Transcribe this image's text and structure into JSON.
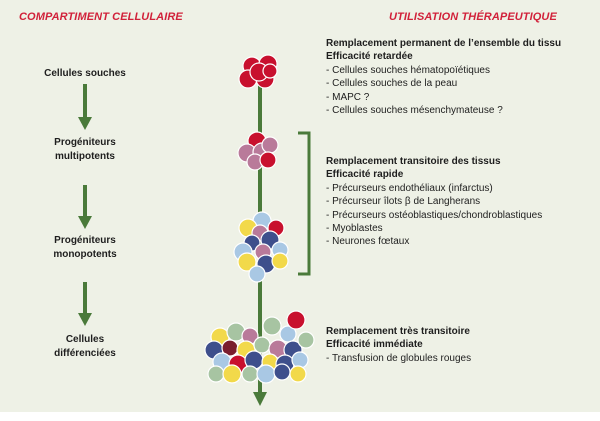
{
  "headers": {
    "left": "COMPARTIMENT CELLULAIRE",
    "right": "UTILISATION THÉRAPEUTIQUE"
  },
  "stages": [
    {
      "lines": [
        "Cellules souches"
      ]
    },
    {
      "lines": [
        "Progéniteurs",
        "multipotents"
      ]
    },
    {
      "lines": [
        "Progéniteurs",
        "monopotents"
      ]
    },
    {
      "lines": [
        "Cellules",
        "différenciées"
      ]
    }
  ],
  "blocks": [
    {
      "title": "Remplacement permanent de l’ensemble du tissu",
      "subtitle": "Efficacité retardée",
      "items": [
        "Cellules souches hématopoïétiques",
        "Cellules souches de la peau",
        "MAPC ?",
        "Cellules souches mésenchymateuse ?"
      ]
    },
    {
      "title": "Remplacement transitoire des tissus",
      "subtitle": "Efficacité rapide",
      "items": [
        "Précurseurs endothéliaux (infarctus)",
        "Précurseur îlots β de Langherans",
        "Précurseurs ostéoblastiques/chondroblastiques",
        "Myoblastes",
        "Neurones fœtaux"
      ]
    },
    {
      "title": "Remplacement très transitoire",
      "subtitle": "Efficacité immédiate",
      "items": [
        "Transfusion de globules rouges"
      ]
    }
  ],
  "colors": {
    "background": "#eef1e6",
    "header_red": "#d1213a",
    "arrow_green": "#4a7a3a",
    "cell_red": "#c8102e",
    "cell_pink": "#b97a9a",
    "cell_navy": "#3e4f8c",
    "cell_yellow": "#f2d94a",
    "cell_lightblue": "#a9c8e4",
    "cell_sage": "#a7c4a2",
    "cell_darkred": "#7a1e2e"
  }
}
